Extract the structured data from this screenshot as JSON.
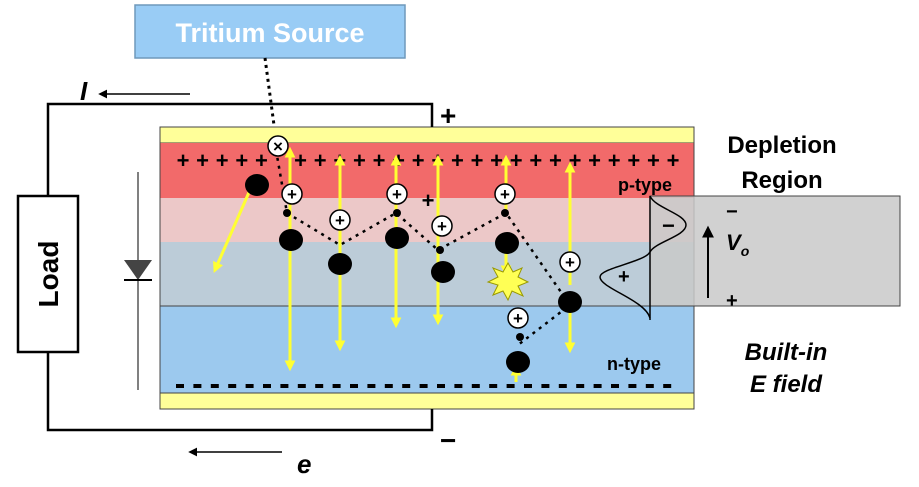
{
  "labels": {
    "source": "Tritium Source",
    "load": "Load",
    "current": "I",
    "electron": "e",
    "depletion_line1": "Depletion",
    "depletion_line2": "Region",
    "builtin_line1": "Built-in",
    "builtin_line2": "E field",
    "p_type": "p-type",
    "n_type": "n-type",
    "voltage": "V",
    "voltage_sub": "o",
    "plus": "+",
    "minus": "−",
    "hole": "+",
    "impact": "×"
  },
  "colors": {
    "source_fill": "#99ccf5",
    "contact": "#ffff99",
    "p_region": "#f26a6a",
    "p_depleted": "#ecc8c8",
    "n_depleted": "#bcccd8",
    "n_region": "#9cc9ee",
    "arrow": "#ffff33"
  }
}
